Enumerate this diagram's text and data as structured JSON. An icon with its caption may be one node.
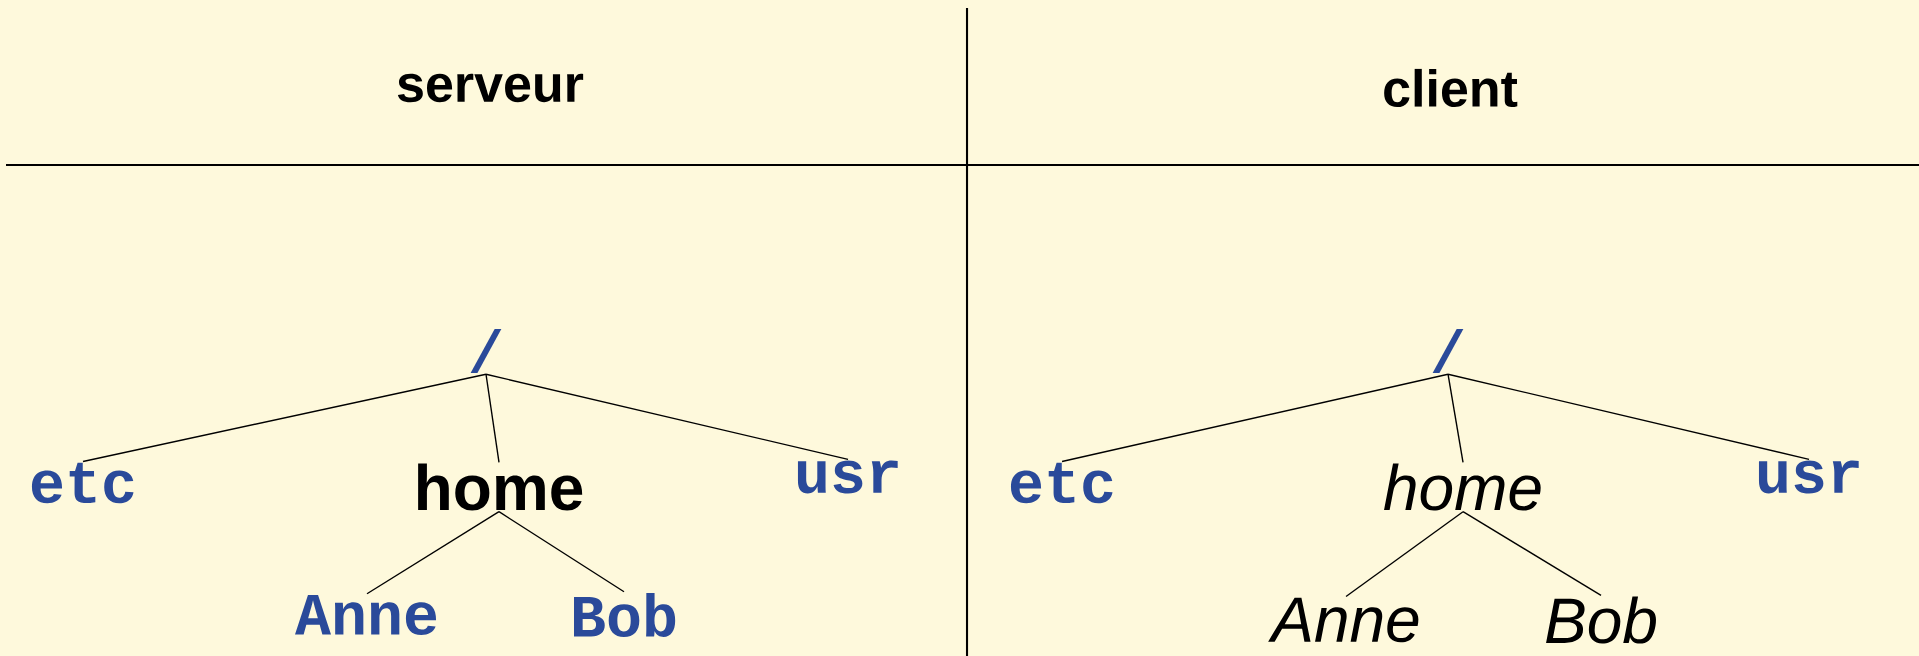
{
  "diagram": {
    "nodes": [
      {
        "text": [
          "/"
        ]
      },
      {
        "text": [
          "etc"
        ]
      },
      {
        "text": [
          "home"
        ]
      },
      {
        "text": [
          "usr"
        ]
      },
      {
        "text": [
          "Anne"
        ]
      },
      {
        "text": [
          "Bob"
        ]
      },
      {
        "text": [
          "/"
        ]
      },
      {
        "text": [
          "etc"
        ]
      },
      {
        "text": [
          "home"
        ]
      },
      {
        "text": [
          "usr"
        ]
      },
      {
        "text": [
          "Anne"
        ]
      },
      {
        "text": [
          "Bob"
        ]
      }
    ],
    "edges": [
      {
        "from": 0,
        "to": 1,
        "arrow": "none"
      },
      {
        "from": 0,
        "to": 2,
        "arrow": "none"
      },
      {
        "from": 0,
        "to": 3,
        "arrow": "none"
      },
      {
        "from": 2,
        "to": 4,
        "arrow": "none"
      },
      {
        "from": 2,
        "to": 5,
        "arrow": "none"
      },
      {
        "from": 6,
        "to": 7,
        "arrow": "none"
      },
      {
        "from": 6,
        "to": 8,
        "arrow": "none"
      },
      {
        "from": 6,
        "to": 9,
        "arrow": "none"
      },
      {
        "from": 8,
        "to": 10,
        "arrow": "none"
      },
      {
        "from": 8,
        "to": 11,
        "arrow": "none"
      }
    ],
    "labels": [
      "serveur",
      "client"
    ]
  }
}
